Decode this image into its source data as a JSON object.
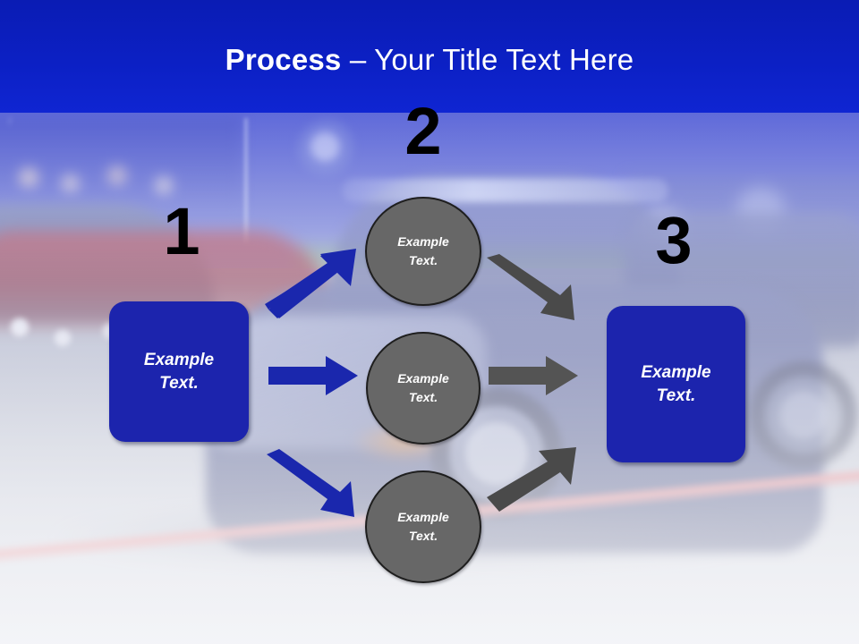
{
  "slide": {
    "title": {
      "strong": "Process",
      "rest": " – Your Title Text Here"
    },
    "colors": {
      "title_band": "#0c20c4",
      "box_blue": "#1c24ad",
      "circle_gray": "#676767",
      "arrow_blue": "#1a27ad",
      "arrow_gray": "#4a4a4a",
      "number_black": "#000000",
      "text_white": "#ffffff"
    }
  },
  "steps": [
    {
      "number": "1",
      "label": "step-one"
    },
    {
      "number": "2",
      "label": "step-two"
    },
    {
      "number": "3",
      "label": "step-three"
    }
  ],
  "boxes": {
    "left": {
      "line1": "Example",
      "line2": "Text."
    },
    "right": {
      "line1": "Example",
      "line2": "Text."
    }
  },
  "circles": [
    {
      "line1": "Example",
      "line2": "Text."
    },
    {
      "line1": "Example",
      "line2": "Text."
    },
    {
      "line1": "Example",
      "line2": "Text."
    }
  ],
  "arrows": [
    {
      "name": "blue-arrow-up-right",
      "color": "#1a27ad",
      "direction": "up-right"
    },
    {
      "name": "blue-arrow-right",
      "color": "#1a27ad",
      "direction": "right"
    },
    {
      "name": "blue-arrow-down-right",
      "color": "#1a27ad",
      "direction": "down-right"
    },
    {
      "name": "gray-arrow-down-right",
      "color": "#4a4a4a",
      "direction": "down-right"
    },
    {
      "name": "gray-arrow-right",
      "color": "#545454",
      "direction": "right"
    },
    {
      "name": "gray-arrow-up-right",
      "color": "#4a4a4a",
      "direction": "up-right"
    }
  ]
}
